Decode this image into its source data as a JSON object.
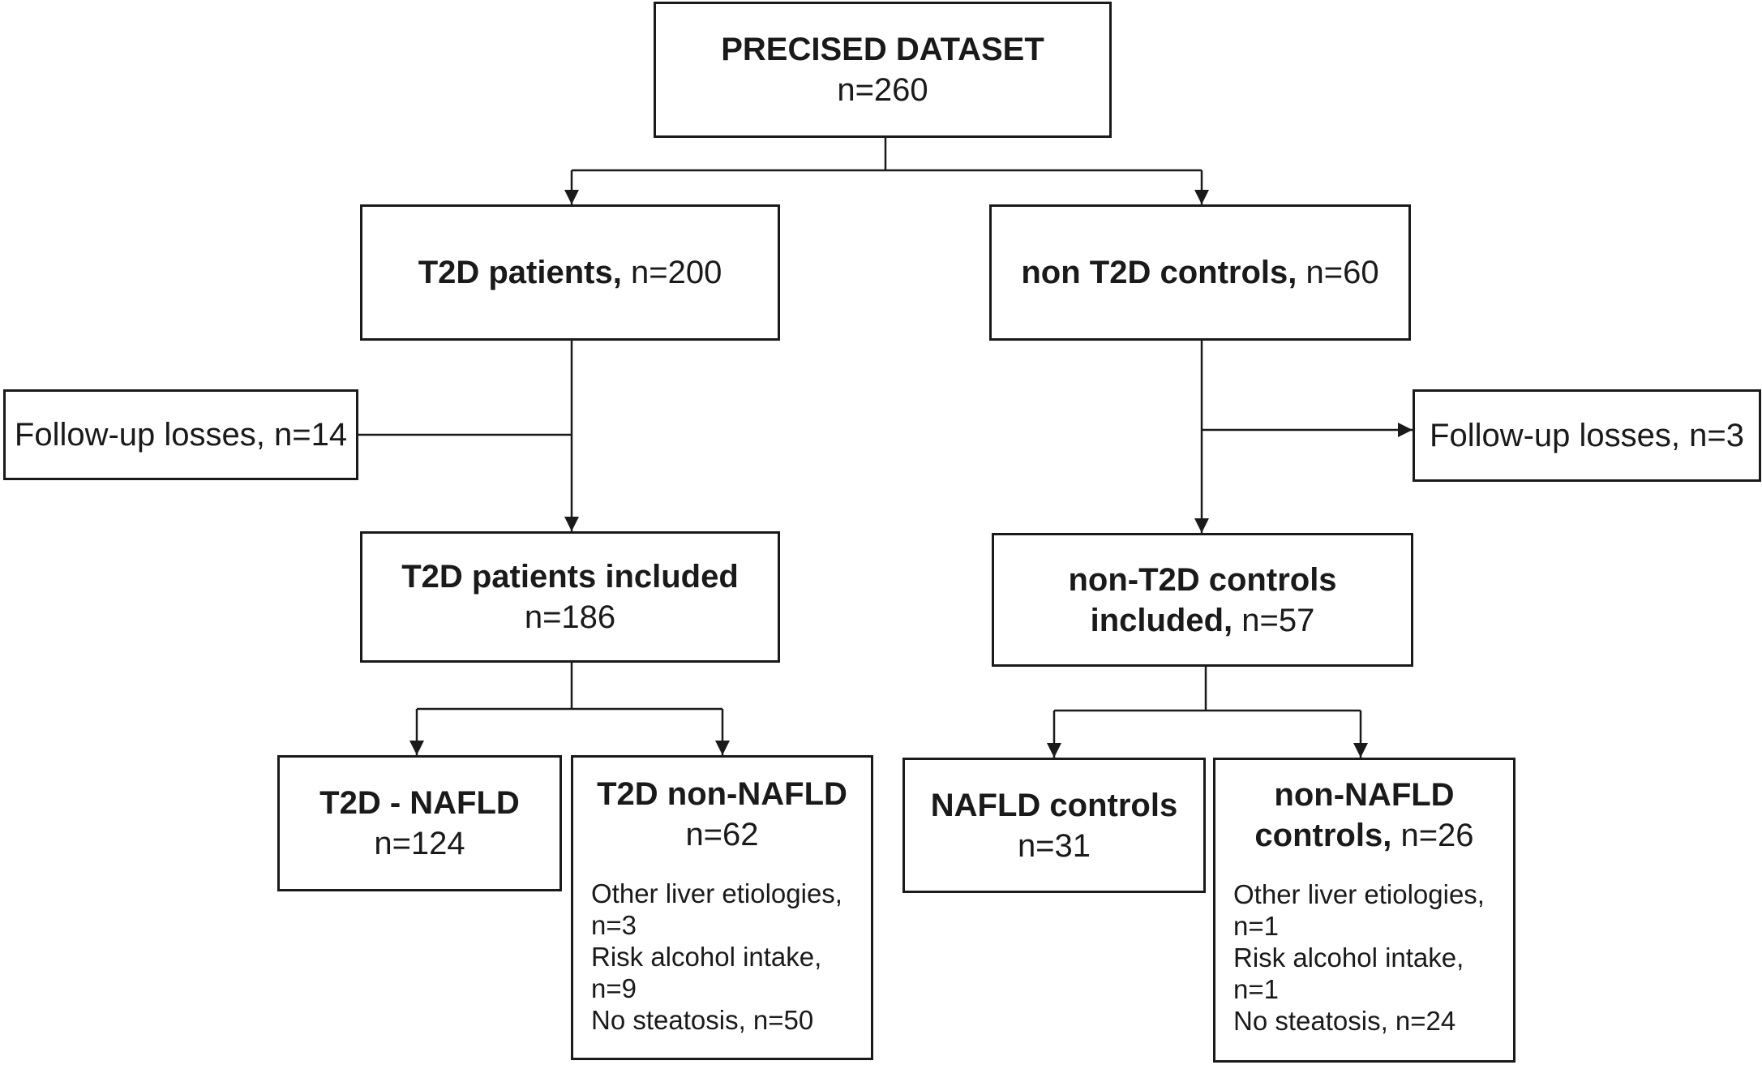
{
  "diagram": {
    "top": {
      "title": "PRECISED DATASET",
      "count": "n=260"
    },
    "t2d": {
      "label": "T2D patients,",
      "count": "n=200"
    },
    "ctrl": {
      "label": "non T2D controls,",
      "count": "n=60"
    },
    "loss_left": {
      "text": "Follow-up losses, n=14"
    },
    "loss_right": {
      "text": "Follow-up losses, n=3"
    },
    "t2d_inc": {
      "title": "T2D patients included",
      "count": "n=186"
    },
    "ctrl_inc": {
      "title_1": "non-T2D controls",
      "title_2": "included,",
      "count": "n=57"
    },
    "t2d_nafld": {
      "title": "T2D - NAFLD",
      "count": "n=124"
    },
    "t2d_non": {
      "title": "T2D non-NAFLD",
      "count": "n=62",
      "notes": [
        "Other liver etiologies,",
        "n=3",
        "Risk alcohol intake,",
        "n=9",
        "No steatosis, n=50"
      ]
    },
    "nafld_ctrl": {
      "title": "NAFLD controls",
      "count": "n=31"
    },
    "non_ctrl": {
      "title_1": "non-NAFLD",
      "title_2": "controls,",
      "count": "n=26",
      "notes": [
        "Other liver etiologies,",
        "n=1",
        "Risk alcohol intake,",
        "n=1",
        "No steatosis, n=24"
      ]
    }
  }
}
